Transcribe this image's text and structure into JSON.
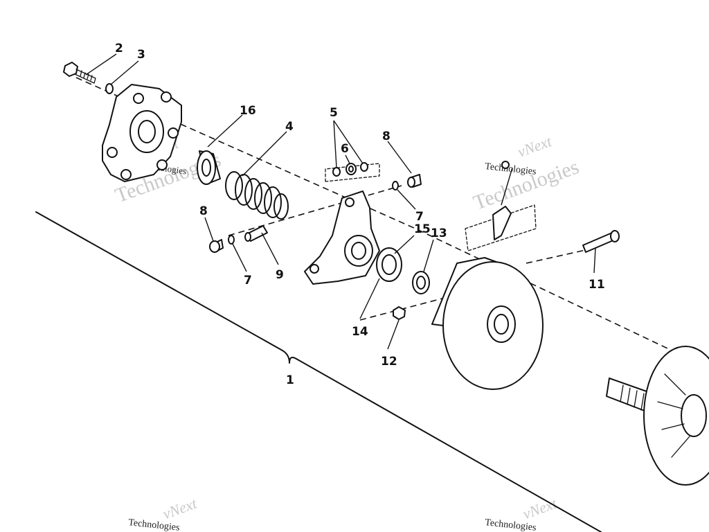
{
  "callouts": {
    "c1": "1",
    "c2": "2",
    "c3": "3",
    "c4": "4",
    "c5": "5",
    "c6": "6",
    "c7a": "7",
    "c7b": "7",
    "c8a": "8",
    "c8b": "8",
    "c9": "9",
    "c11": "11",
    "c12": "12",
    "c13": "13",
    "c14": "14",
    "c15": "15",
    "c16": "16"
  },
  "watermarks": {
    "w1_top": "vNext",
    "w1_mid": "Technologies",
    "w1_bottom": "Technologies",
    "w2_top": "vNext",
    "w2_mid": "Technologies",
    "w2_bottom": "Technologies",
    "w3_top": "vNext",
    "w3_mid": "Technologies",
    "w4_top": "vNext",
    "w4_mid": "Technologies"
  }
}
